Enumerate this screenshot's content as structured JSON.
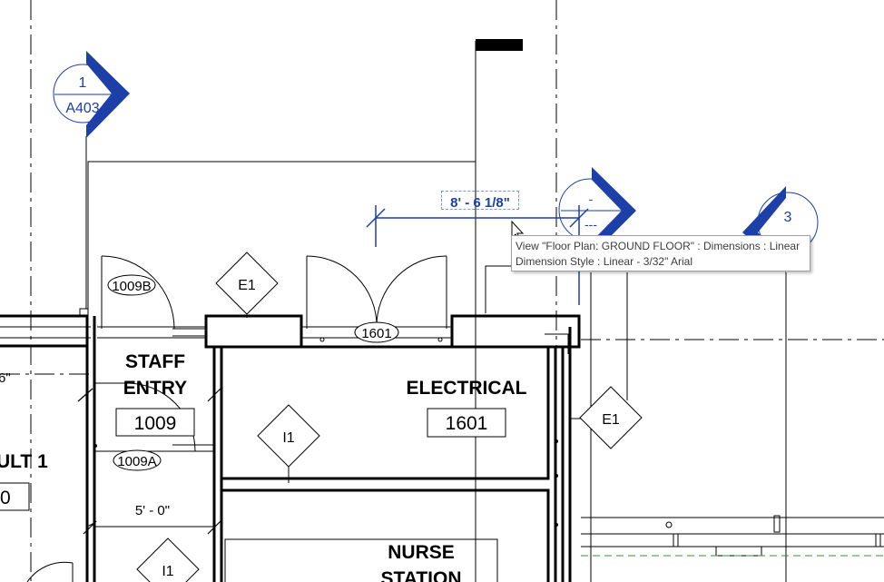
{
  "section_marker": {
    "number": "1",
    "sheet": "A403"
  },
  "elevation_marker_2": {
    "label": "-",
    "sub": "---"
  },
  "elevation_marker_3": {
    "label": "3"
  },
  "dimension": {
    "value": "8' - 6 1/8\""
  },
  "tooltip": {
    "line1": "View \"Floor Plan: GROUND FLOOR\" : Dimensions : Linear",
    "line2": "Dimension Style : Linear - 3/32\" Arial"
  },
  "door_tags": {
    "d1009b": "1009B",
    "d1601": "1601",
    "d1009a": "1009A"
  },
  "elevation_tags": {
    "e1_top": "E1",
    "e1_right": "E1",
    "i1_mid": "I1",
    "i1_bottom": "I1"
  },
  "rooms": {
    "staff_entry": {
      "name_line1": "STAFF",
      "name_line2": "ENTRY",
      "number": "1009"
    },
    "electrical": {
      "name": "ELECTRICAL",
      "number": "1601"
    },
    "nurse_station": {
      "name_line1": "NURSE",
      "name_line2": "STATION"
    },
    "vault": {
      "name": "ULT 1",
      "number": "0"
    }
  },
  "dims_small": {
    "d5_0": "5' - 0\"",
    "d6": "6\""
  },
  "colors": {
    "annotation_blue": "#1c3fa8",
    "line": "#000000",
    "cut_wall": "#000000",
    "green_line": "#2a9b2a"
  }
}
